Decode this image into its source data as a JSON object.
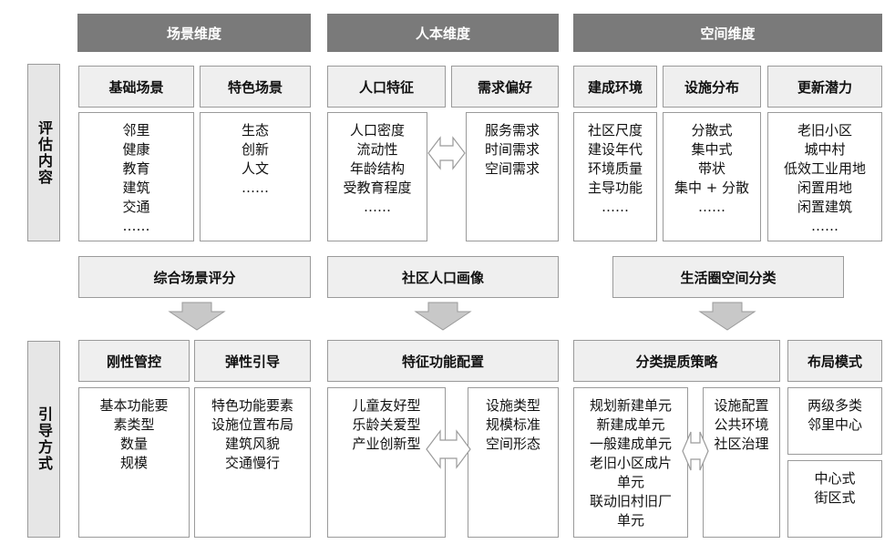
{
  "headers": [
    "场景维度",
    "人本维度",
    "空间维度"
  ],
  "side_labels": {
    "evaluate": "评估内容",
    "guide": "引导方式"
  },
  "eval": {
    "categories": [
      "基础场景",
      "特色场景",
      "人口特征",
      "需求偏好",
      "建成环境",
      "设施分布",
      "更新潜力"
    ],
    "items": [
      [
        "邻里",
        "健康",
        "教育",
        "建筑",
        "交通",
        "……"
      ],
      [
        "生态",
        "创新",
        "人文",
        "……"
      ],
      [
        "人口密度",
        "流动性",
        "年龄结构",
        "受教育程度",
        "……"
      ],
      [
        "服务需求",
        "时间需求",
        "空间需求"
      ],
      [
        "社区尺度",
        "建设年代",
        "环境质量",
        "主导功能",
        "……"
      ],
      [
        "分散式",
        "集中式",
        "带状",
        "集中 + 分散",
        "……"
      ],
      [
        "老旧小区",
        "城中村",
        "低效工业用地",
        "闲置用地",
        "闲置建筑",
        "……"
      ]
    ]
  },
  "summaries": [
    "综合场景评分",
    "社区人口画像",
    "生活圈空间分类"
  ],
  "guide": {
    "categories": [
      "刚性管控",
      "弹性引导",
      "特征功能配置",
      "分类提质策略",
      "布局模式"
    ],
    "items": {
      "rigid": [
        "基本功能要",
        "素类型",
        "数量",
        "规模"
      ],
      "flex": [
        "特色功能要素",
        "设施位置布局",
        "建筑风貌",
        "交通慢行"
      ],
      "feature_left": [
        "儿童友好型",
        "乐龄关爱型",
        "产业创新型"
      ],
      "feature_right": [
        "设施类型",
        "规模标准",
        "空间形态"
      ],
      "strategy_left": [
        "规划新建单元",
        "新建成单元",
        "一般建成单元",
        "老旧小区成片",
        "单元",
        "联动旧村旧厂",
        "单元"
      ],
      "strategy_right": [
        "设施配置",
        "公共环境",
        "社区治理"
      ],
      "layout_a": [
        "两级多类",
        "邻里中心"
      ],
      "layout_b": [
        "中心式",
        "街区式"
      ]
    }
  },
  "colors": {
    "header": "#7a7a7a",
    "panel": "#efefef",
    "border": "#9a9a9a",
    "arrow": "#c8c8c8"
  }
}
